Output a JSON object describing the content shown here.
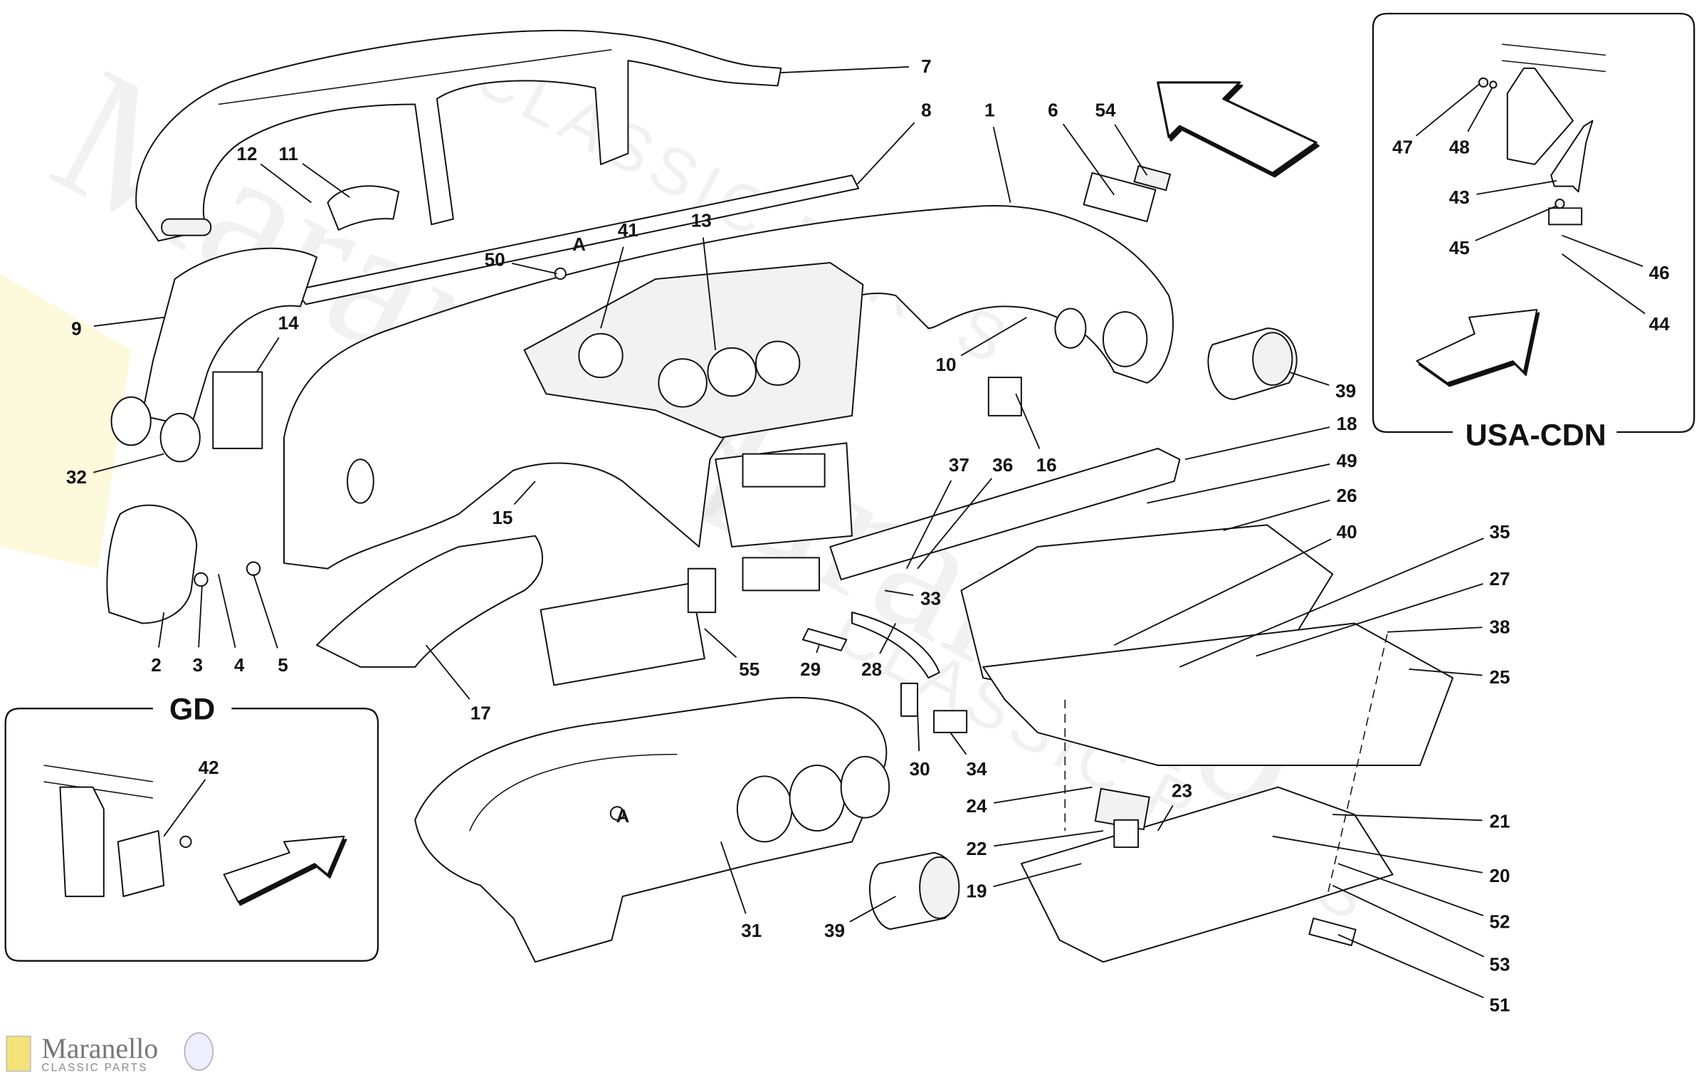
{
  "diagram": {
    "title": "Dashboard parts exploded diagram",
    "section_marker": "A",
    "callouts": [
      "7",
      "8",
      "1",
      "6",
      "54",
      "12",
      "11",
      "13",
      "41",
      "50",
      "9",
      "14",
      "10",
      "39",
      "18",
      "49",
      "26",
      "40",
      "35",
      "27",
      "38",
      "25",
      "37",
      "36",
      "16",
      "32",
      "15",
      "33",
      "2",
      "3",
      "4",
      "5",
      "55",
      "29",
      "28",
      "17",
      "30",
      "34",
      "24",
      "23",
      "22",
      "19",
      "21",
      "20",
      "52",
      "53",
      "51",
      "31",
      "39"
    ],
    "insets": {
      "gd": {
        "title": "GD",
        "callouts": [
          "42"
        ]
      },
      "usa_cdn": {
        "title": "USA-CDN",
        "callouts": [
          "47",
          "48",
          "43",
          "45",
          "46",
          "44"
        ]
      }
    }
  },
  "branding": {
    "logo_name": "Maranello",
    "logo_sub": "CLASSIC PARTS",
    "watermark": "Maranello",
    "watermark_sub": "CLASSIC PARTS"
  }
}
